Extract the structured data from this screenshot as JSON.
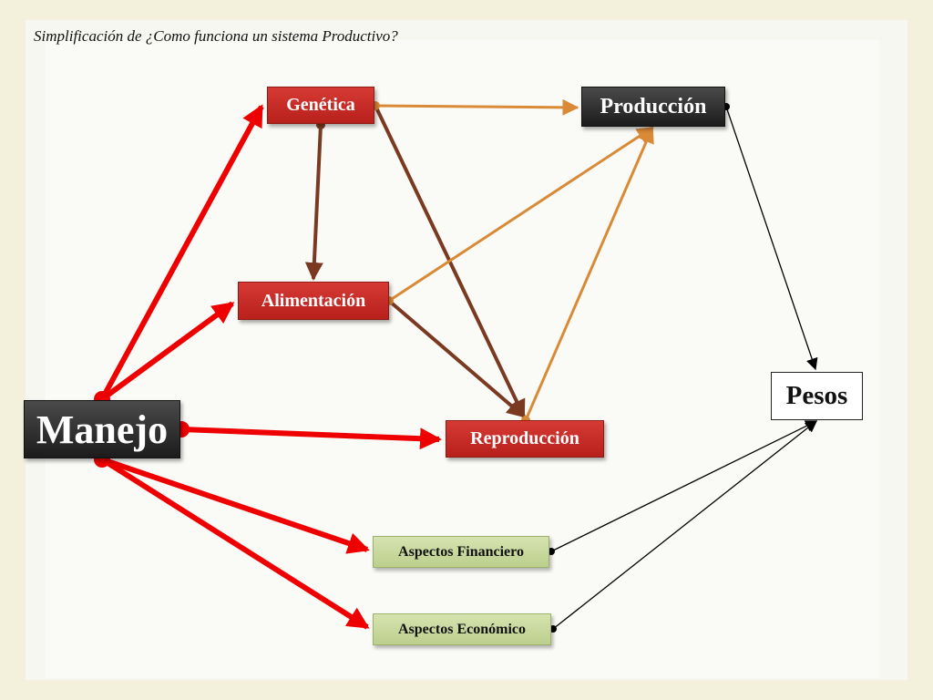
{
  "title": "Simplificación de ¿Como funciona un sistema Productivo?",
  "nodes": {
    "genetica": "Genética",
    "produccion": "Producción",
    "alimentacion": "Alimentación",
    "manejo": "Manejo",
    "reproduccion": "Reproducción",
    "pesos": "Pesos",
    "aspectos_financiero": "Aspectos Financiero",
    "aspectos_economico": "Aspectos Económico"
  },
  "colors": {
    "red_arrow": "#ee0000",
    "brown_arrow": "#7a3a22",
    "orange_arrow": "#d98a36",
    "black_arrow": "#000000",
    "red_box": "#c62a25",
    "dark_box": "#2a2a2a",
    "green_box": "#c9d99c"
  }
}
